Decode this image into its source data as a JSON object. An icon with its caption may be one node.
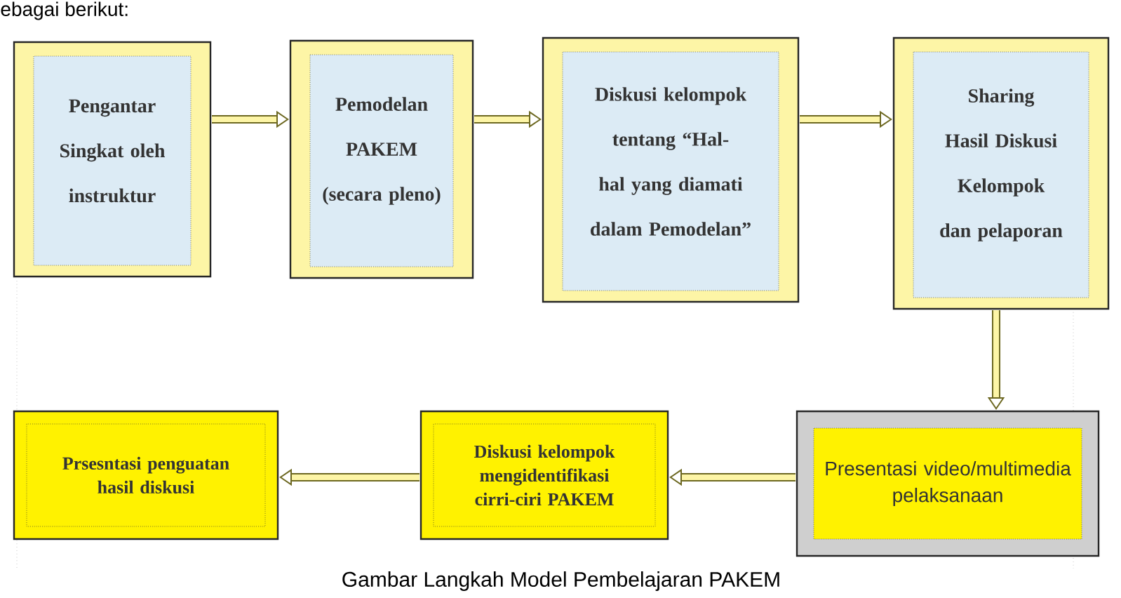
{
  "diagram": {
    "caption": "Gambar Langkah Model Pembelajaran PAKEM",
    "nodes": [
      {
        "text": [
          "Pengantar Singkat oleh instruktur"
        ]
      },
      {
        "text": [
          "Pemodelan PAKEM (secara pleno)"
        ]
      },
      {
        "text": [
          "Diskusi kelompok tentang “Hal-hal yang diamati dalam Pemodelan”"
        ]
      },
      {
        "text": [
          "Sharing Hasil Diskusi Kelompok dan pelaporan"
        ]
      },
      {
        "text": [
          "Presentasi video/multimedia pelaksanaan"
        ]
      },
      {
        "text": [
          "Diskusi kelompok mengidentifikasi cirri-ciri PAKEM"
        ]
      },
      {
        "text": [
          "Prsesntasi penguatan hasil diskusi"
        ]
      }
    ],
    "edges": [
      {
        "from": 0,
        "to": 1,
        "arrow": "to"
      },
      {
        "from": 1,
        "to": 2,
        "arrow": "to"
      },
      {
        "from": 2,
        "to": 3,
        "arrow": "to"
      },
      {
        "from": 3,
        "to": 4,
        "arrow": "to"
      },
      {
        "from": 4,
        "to": 5,
        "arrow": "to"
      },
      {
        "from": 5,
        "to": 6,
        "arrow": "to"
      }
    ],
    "labels": [
      "ebagai berikut:"
    ]
  }
}
